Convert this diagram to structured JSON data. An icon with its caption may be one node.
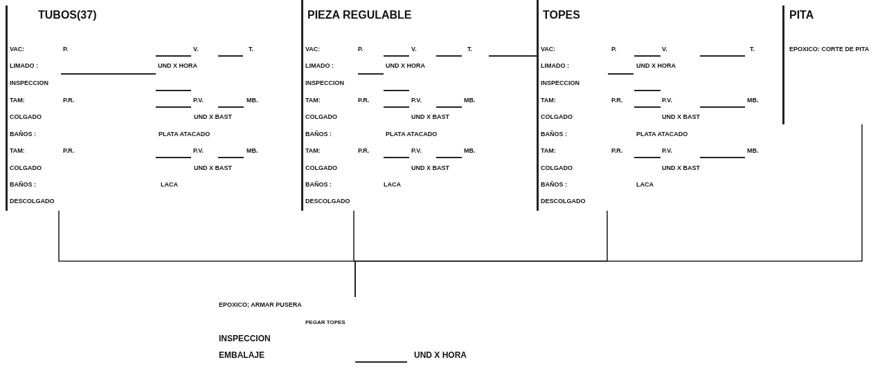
{
  "diagram": {
    "nodes": [
      {
        "text": [
          "TUBOS(37)",
          "VAC:",
          "P.",
          "V.",
          "T.",
          "LIMADO :",
          "UND X HORA",
          "INSPECCION",
          "TAM:",
          "P.R.",
          "P.V.",
          "MB.",
          "COLGADO",
          "UND X BAST",
          "BAÑOS :",
          "PLATA ATACADO",
          "TAM:",
          "P.R.",
          "P.V.",
          "MB.",
          "COLGADO",
          "UND X BAST",
          "BAÑOS :",
          "LACA",
          "DESCOLGADO"
        ]
      },
      {
        "text": [
          "PIEZA REGULABLE",
          "VAC:",
          "P.",
          "V.",
          "T.",
          "LIMADO :",
          "UND X HORA",
          "INSPECCION",
          "TAM:",
          "P.R.",
          "P.V.",
          "MB.",
          "COLGADO",
          "UND X BAST",
          "BAÑOS :",
          "PLATA ATACADO",
          "TAM:",
          "P.R.",
          "P.V.",
          "MB.",
          "COLGADO",
          "UND X BAST",
          "BAÑOS :",
          "LACA",
          "DESCOLGADO"
        ]
      },
      {
        "text": [
          "TOPES",
          "VAC:",
          "P.",
          "V.",
          "T.",
          "LIMADO :",
          "UND X HORA",
          "INSPECCION",
          "TAM:",
          "P.R.",
          "P.V.",
          "MB.",
          "COLGADO",
          "UND X BAST",
          "BAÑOS :",
          "PLATA ATACADO",
          "TAM:",
          "P.R.",
          "P.V.",
          "MB.",
          "COLGADO",
          "UND X BAST",
          "BAÑOS :",
          "LACA",
          "DESCOLGADO"
        ]
      },
      {
        "text": [
          "PITA",
          "EPOXICO: CORTE DE PITA"
        ]
      },
      {
        "text": [
          "EPOXICO; ARMAR PUSERA",
          "PEGAR TOPES",
          "INSPECCION",
          "EMBALAJE",
          "UND X HORA"
        ]
      }
    ],
    "edges": [
      {
        "from": 0,
        "to": 4,
        "arrow": "none"
      },
      {
        "from": 1,
        "to": 4,
        "arrow": "none"
      },
      {
        "from": 2,
        "to": 4,
        "arrow": "none"
      },
      {
        "from": 3,
        "to": 4,
        "arrow": "none"
      }
    ]
  }
}
